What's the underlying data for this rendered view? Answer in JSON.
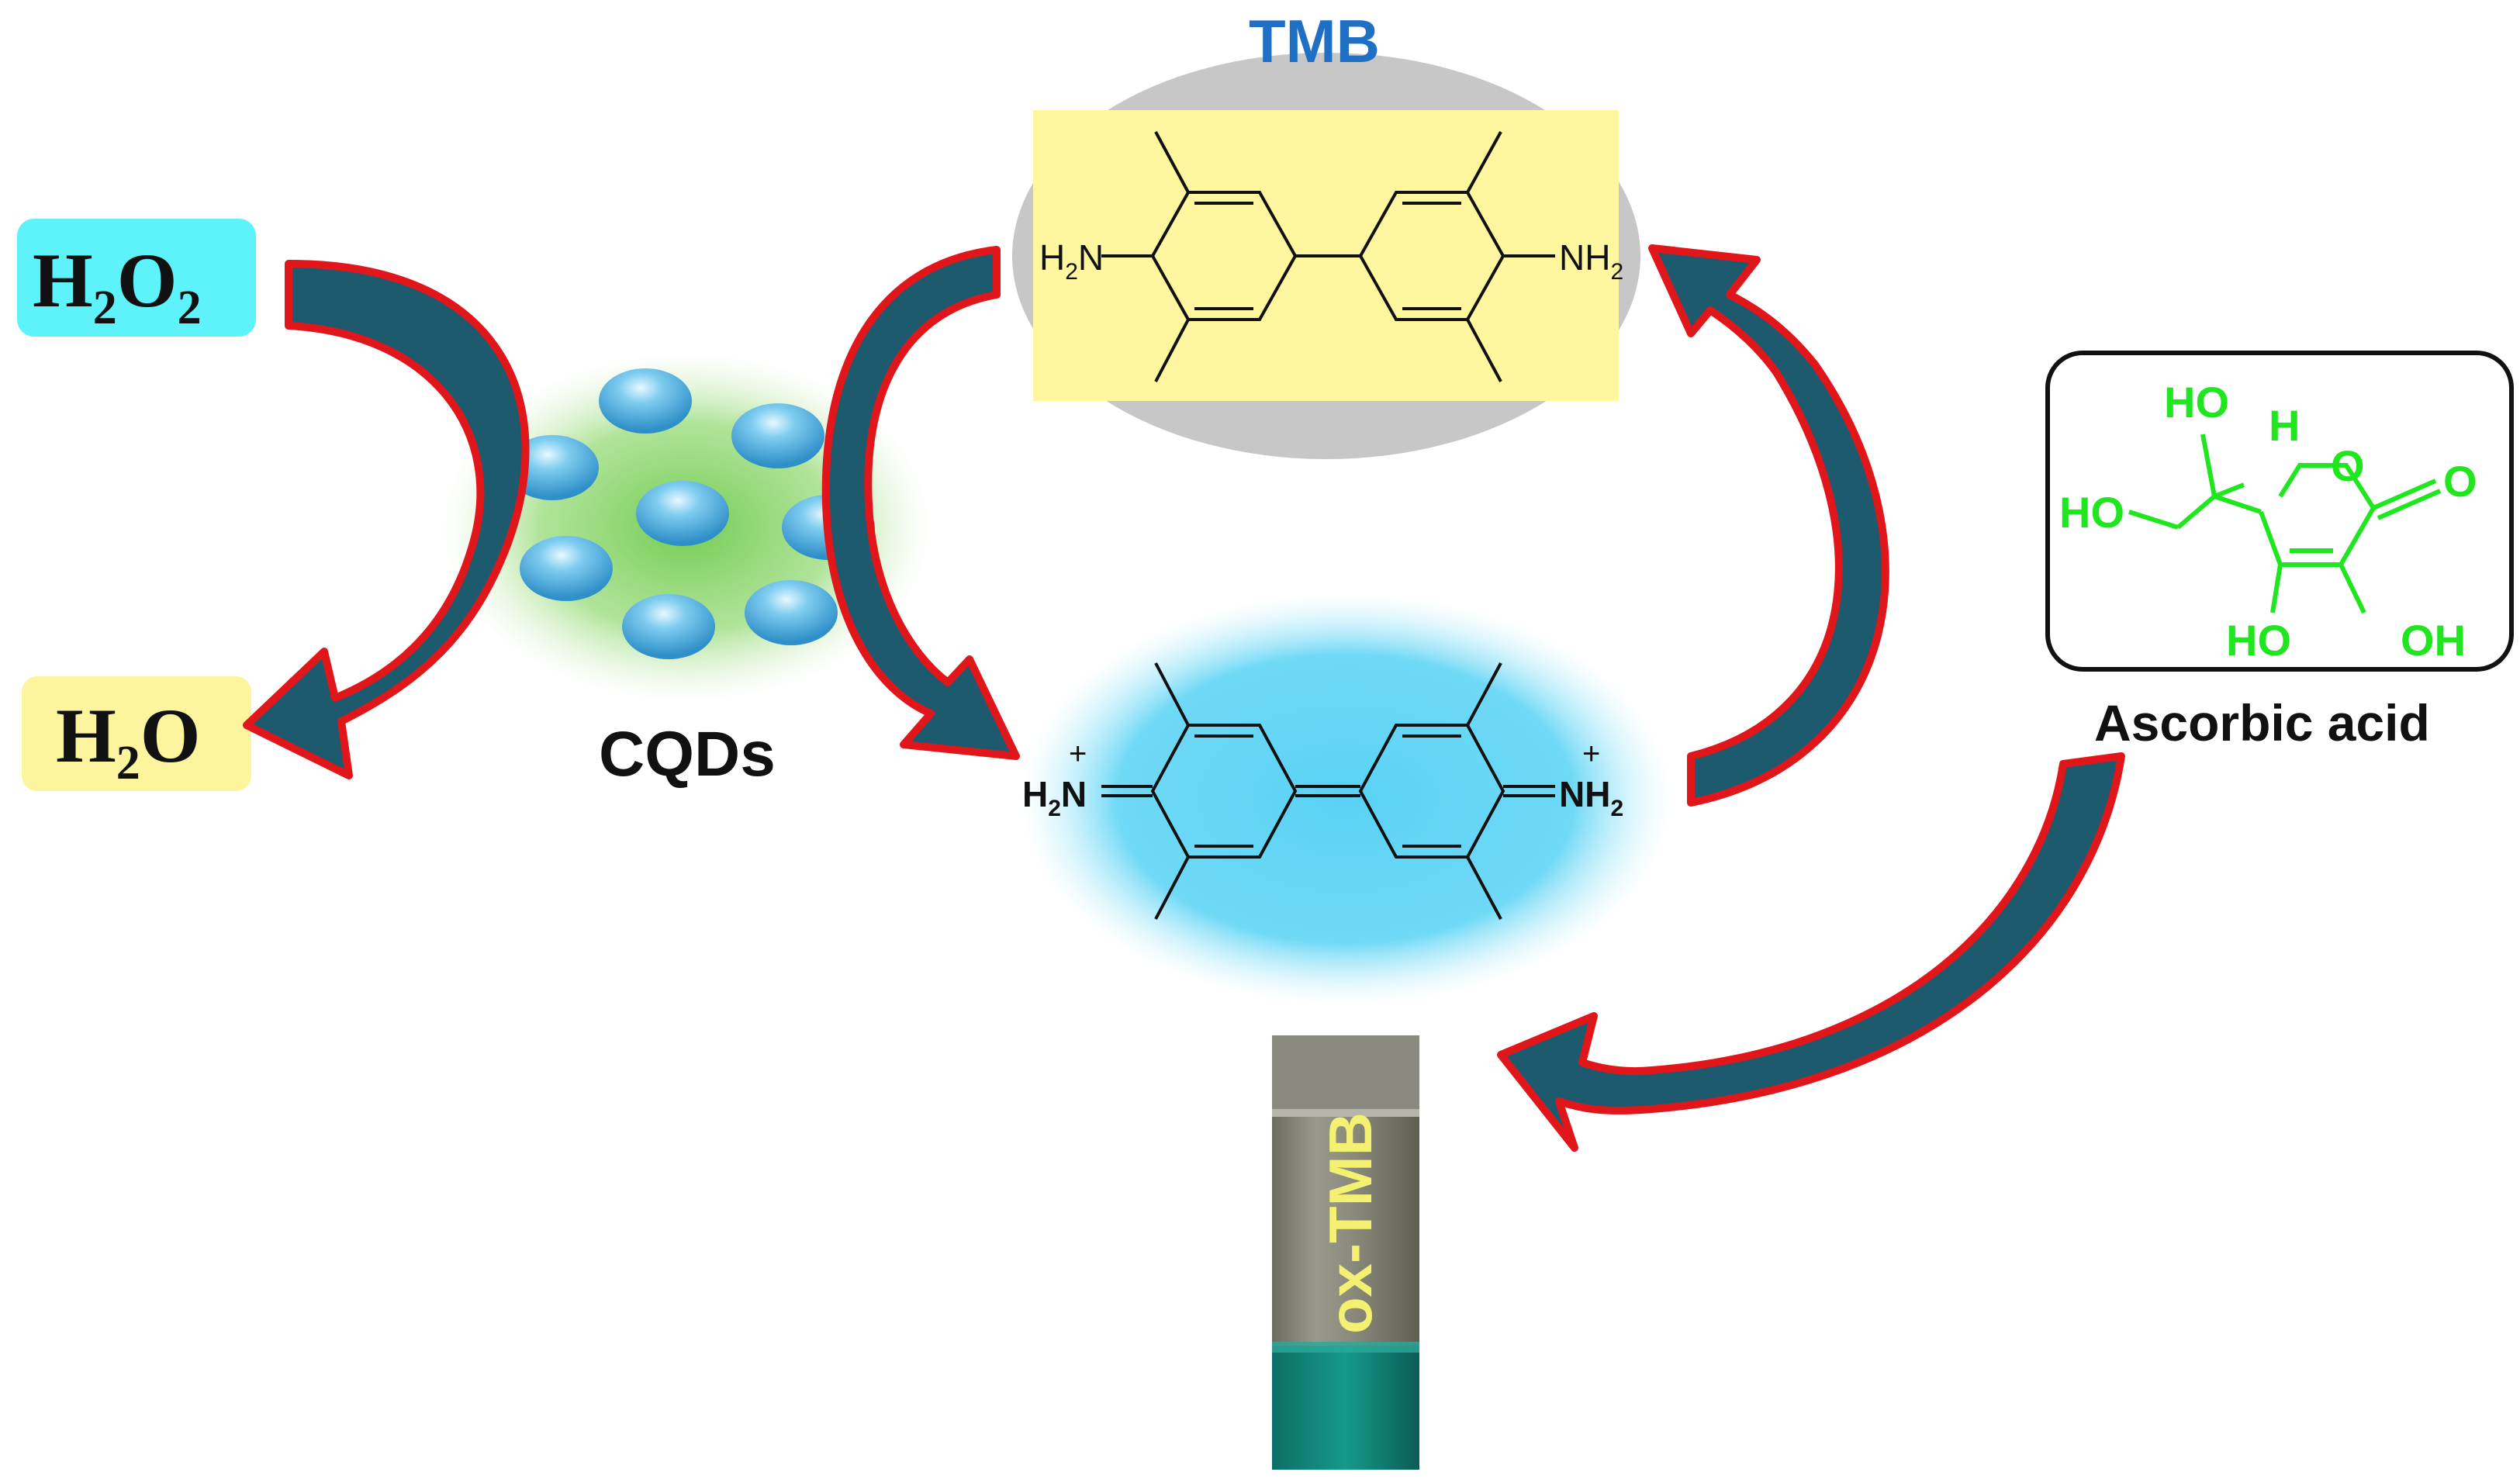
{
  "labels": {
    "tmb": "TMB",
    "cqds": "CQDs",
    "ox_tmb": "ox-TMB",
    "ascorbic_acid": "Ascorbic acid"
  },
  "h2o2": {
    "h": "H",
    "sub1": "2",
    "o": "O",
    "sub2": "2"
  },
  "h2o": {
    "h": "H",
    "sub1": "2",
    "o": "O"
  },
  "tmb_groups": {
    "left": "H",
    "left_sub": "2",
    "left_n": "N",
    "right": "NH",
    "right_sub": "2"
  },
  "oxtmb_groups": {
    "left": "H",
    "left_sub": "2",
    "left_n": "N",
    "right": "NH",
    "right_sub": "2",
    "charge": "+"
  },
  "ascorbic_groups": {
    "ho_top": "HO",
    "h": "H",
    "o_ring": "O",
    "o_keto": "O",
    "ho_left": "HO",
    "ho_bottom": "HO",
    "oh_bottom": "OH"
  },
  "colors": {
    "arrow_fill": "#1e5a6e",
    "arrow_edge": "#e0161a",
    "tmb_title": "#1f6fc5",
    "h2o2_bg": "#5ef2fb",
    "h2o_bg": "#fdf59e",
    "tmb_bg": "#fff6a0",
    "tmb_ellipse": "#c7c7c7",
    "oxtmb_glow": "#5fd3f5",
    "cqd_glow": "#7bd35a",
    "cqd_dot": "#4fb3e3",
    "ascorbic_green": "#1fe61f",
    "vial_text": "#f4f072"
  }
}
